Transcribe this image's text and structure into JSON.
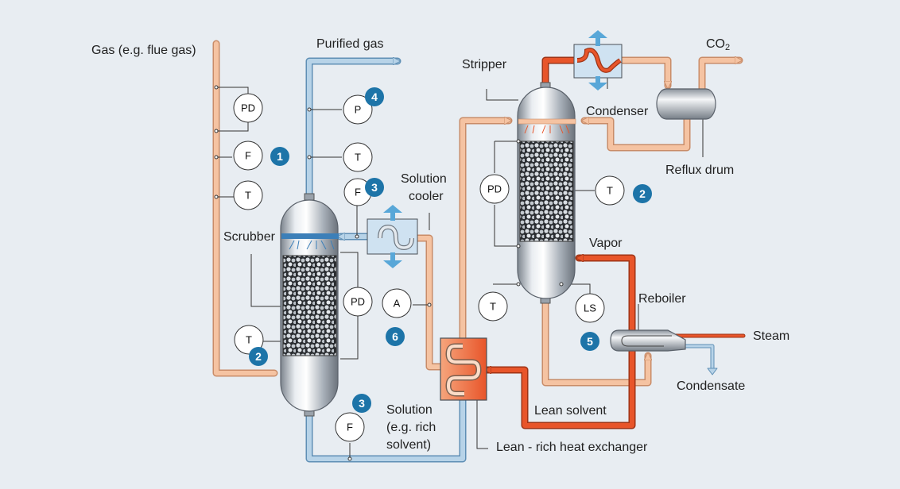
{
  "labels": {
    "gas_inlet": "Gas (e.g. flue gas)",
    "purified_gas": "Purified gas",
    "stripper": "Stripper",
    "co2": "CO",
    "co2_sub": "2",
    "condenser": "Condenser",
    "reflux_drum": "Reflux drum",
    "solution_cooler_1": "Solution",
    "solution_cooler_2": "cooler",
    "scrubber": "Scrubber",
    "vapor": "Vapor",
    "reboiler": "Reboiler",
    "steam": "Steam",
    "condensate": "Condensate",
    "lean_solvent": "Lean solvent",
    "solution_1": "Solution",
    "solution_2": "(e.g. rich",
    "solution_3": "solvent)",
    "heat_exchanger": "Lean - rich heat exchanger"
  },
  "instruments": {
    "pd_inlet": "PD",
    "f_inlet": "F",
    "t_inlet": "T",
    "p_outlet": "P",
    "t_outlet": "T",
    "f_solution": "F",
    "pd_scrubber": "PD",
    "t_scrubber": "T",
    "a_solution": "A",
    "f_rich": "F",
    "pd_stripper": "PD",
    "t_stripper": "T",
    "t_sump": "T",
    "ls_sump": "LS"
  },
  "badges": {
    "b1": "1",
    "b2_scrubber": "2",
    "b2_stripper": "2",
    "b3_cooler": "3",
    "b3_rich": "3",
    "b4": "4",
    "b5": "5",
    "b6": "6"
  },
  "colors": {
    "background": "#e8edf2",
    "gas_line": "#f5c3a2",
    "blue_line": "#b7d3e8",
    "hot_line": "#e8552a",
    "badge": "#1d74a8",
    "vessel": "#b8bec6"
  }
}
